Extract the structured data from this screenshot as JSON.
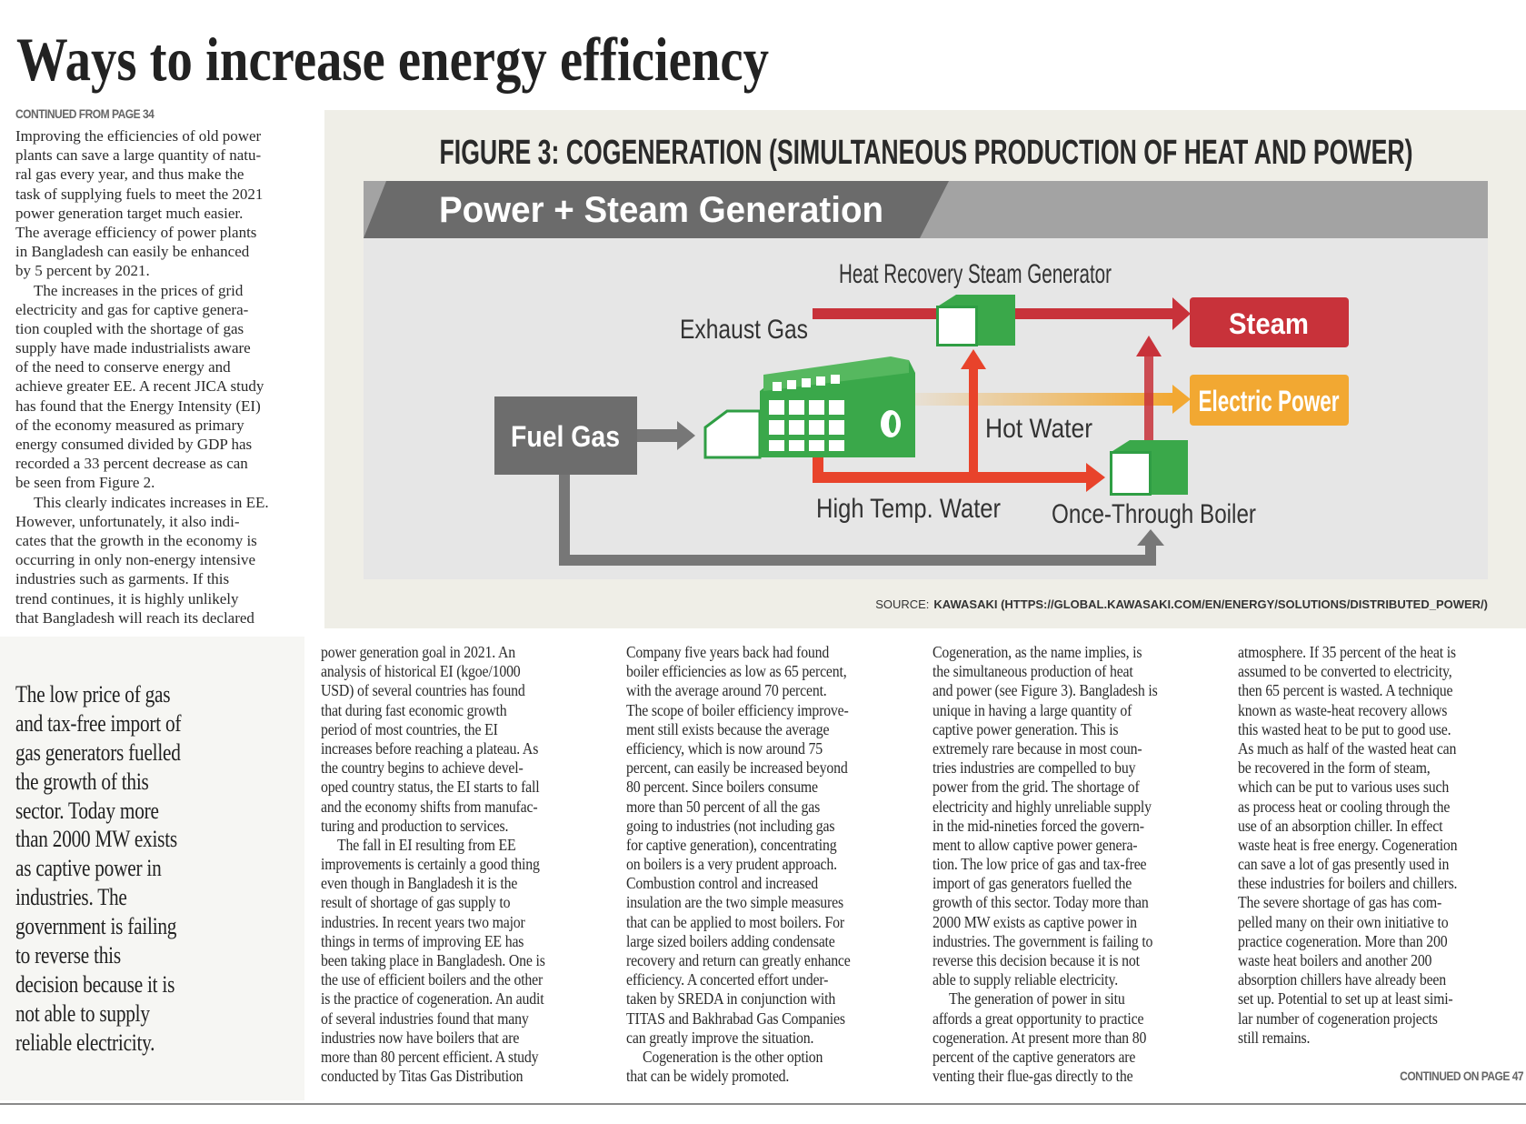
{
  "headline": "Ways to increase energy efficiency",
  "continued_from": "CONTINUED FROM PAGE 34",
  "continued_on": "CONTINUED ON PAGE 47",
  "intro_column": {
    "paragraphs": [
      [
        "Improving the efficiencies of old power",
        "plants can save a large quantity of natu-",
        "ral gas every year, and thus make the",
        "task of supplying fuels to meet the 2021",
        "power generation target much easier.",
        "The average efficiency of power plants",
        "in Bangladesh can easily be enhanced",
        "by 5 percent by 2021."
      ],
      [
        "The increases in the prices of grid",
        "electricity and gas for captive genera-",
        "tion coupled with the shortage of gas",
        "supply have made industrialists aware",
        "of the need to conserve energy and",
        "achieve greater EE. A recent JICA study",
        "has found that the Energy Intensity (EI)",
        "of the economy measured as primary",
        "energy consumed divided by GDP has",
        "recorded a 33 percent decrease as can",
        "be seen from Figure 2."
      ],
      [
        "This clearly indicates increases in EE.",
        "However, unfortunately, it also indi-",
        "cates that the growth in the economy is",
        "occurring in only non-energy intensive",
        "industries such as garments. If this",
        "trend continues, it is highly unlikely",
        "that Bangladesh will reach its declared"
      ]
    ]
  },
  "pull_quote": {
    "lines": [
      "The low price of gas",
      "and tax-free import of",
      "gas generators fuelled",
      "the growth of this",
      "sector. Today more",
      "than 2000 MW exists",
      "as captive power in",
      "industries. The",
      "government is failing",
      "to reverse this",
      "decision because it is",
      "not able to supply",
      "reliable electricity."
    ]
  },
  "columns": [
    {
      "paragraphs": [
        [
          "power generation goal in 2021. An",
          "analysis of historical EI (kgoe/1000",
          "USD) of several countries has found",
          "that during fast economic growth",
          "period of most countries, the EI",
          "increases before reaching a plateau. As",
          "the country begins to achieve devel-",
          "oped country status, the EI starts to fall",
          "and the economy shifts from manufac-",
          "turing and production to services."
        ],
        [
          "The fall in EI resulting from EE",
          "improvements is certainly a good thing",
          "even though in Bangladesh it is the",
          "result of shortage of gas supply to",
          "industries. In recent years two major",
          "things in terms of improving EE has",
          "been taking place in Bangladesh. One is",
          "the use of efficient boilers and the other",
          "is the practice of cogeneration. An audit",
          "of several industries found that many",
          "industries now have boilers that are",
          "more than 80 percent efficient. A study",
          "conducted by Titas Gas Distribution"
        ]
      ]
    },
    {
      "paragraphs": [
        [
          "Company five years back had found",
          "boiler efficiencies as low as 65 percent,",
          "with the average around 70 percent.",
          "The scope of boiler efficiency improve-",
          "ment still exists because the average",
          "efficiency, which is now around 75",
          "percent, can easily be increased beyond",
          "80 percent. Since boilers consume",
          "more than 50 percent of all the gas",
          "going to industries (not including gas",
          "for captive generation), concentrating",
          "on boilers is a very prudent approach.",
          "Combustion control and increased",
          "insulation are the two simple measures",
          "that can be applied to most boilers. For",
          "large sized boilers adding condensate",
          "recovery and return can greatly enhance",
          "efficiency. A concerted effort under-",
          "taken by SREDA in conjunction with",
          "TITAS and Bakhrabad Gas Companies",
          "can greatly improve the situation."
        ],
        [
          "Cogeneration is the other option",
          "that can be widely promoted."
        ]
      ]
    },
    {
      "paragraphs": [
        [
          "Cogeneration, as the name implies, is",
          "the simultaneous production of heat",
          "and power (see Figure 3). Bangladesh is",
          "unique in having a large quantity of",
          "captive power generation. This is",
          "extremely rare because in most coun-",
          "tries industries are compelled to buy",
          "power from the grid. The shortage of",
          "electricity and highly unreliable supply",
          "in the mid-nineties forced the govern-",
          "ment to allow captive power genera-",
          "tion. The low price of gas and tax-free",
          "import of gas generators fuelled the",
          "growth of this sector. Today more than",
          "2000 MW exists as captive power in",
          "industries. The government is failing to",
          "reverse this decision because it is not",
          "able to supply reliable electricity."
        ],
        [
          "The generation of power in situ",
          "affords a great opportunity to practice",
          "cogeneration. At present more than 80",
          "percent of the captive generators are",
          "venting their flue-gas directly to the"
        ]
      ]
    },
    {
      "paragraphs": [
        [
          "atmosphere. If 35 percent of the heat is",
          "assumed to be converted to electricity,",
          "then 65 percent is wasted. A technique",
          "known as waste-heat recovery allows",
          "this wasted heat to be put to good use.",
          "As much as half of the wasted heat can",
          "be recovered in the form of steam,",
          "which can be put to various uses such",
          "as process heat or cooling through the",
          "use of an absorption chiller. In effect",
          "waste heat is free energy. Cogeneration",
          "can save a lot of gas presently used in",
          "these industries for boilers and chillers.",
          "The severe shortage of gas has com-",
          "pelled many on their own initiative to",
          "practice cogeneration. More than 200",
          "waste heat boilers and another 200",
          "absorption chillers have already been",
          "set up. Potential to set up at least simi-",
          "lar number of cogeneration projects",
          "still remains."
        ]
      ]
    }
  ],
  "figure": {
    "title": "FIGURE 3: COGENERATION (SIMULTANEOUS PRODUCTION OF HEAT AND POWER)",
    "banner": "Power + Steam Generation",
    "labels": {
      "fuel_gas": "Fuel Gas",
      "exhaust_gas": "Exhaust Gas",
      "hrsg": "Heat Recovery Steam Generator",
      "steam": "Steam",
      "electric_power": "Electric Power",
      "hot_water": "Hot Water",
      "high_temp_water": "High Temp. Water",
      "once_through_boiler": "Once-Through Boiler"
    },
    "source_label": "SOURCE:",
    "source_text": "KAWASAKI (HTTPS://GLOBAL.KAWASAKI.COM/EN/ENERGY/SOLUTIONS/DISTRIBUTED_POWER/)"
  },
  "colors": {
    "steam_red": "#c8323a",
    "hot_red": "#e8432b",
    "electric_orange": "#f2a832",
    "plant_green": "#3aa84a",
    "fuel_grey": "#6d6d6d"
  }
}
